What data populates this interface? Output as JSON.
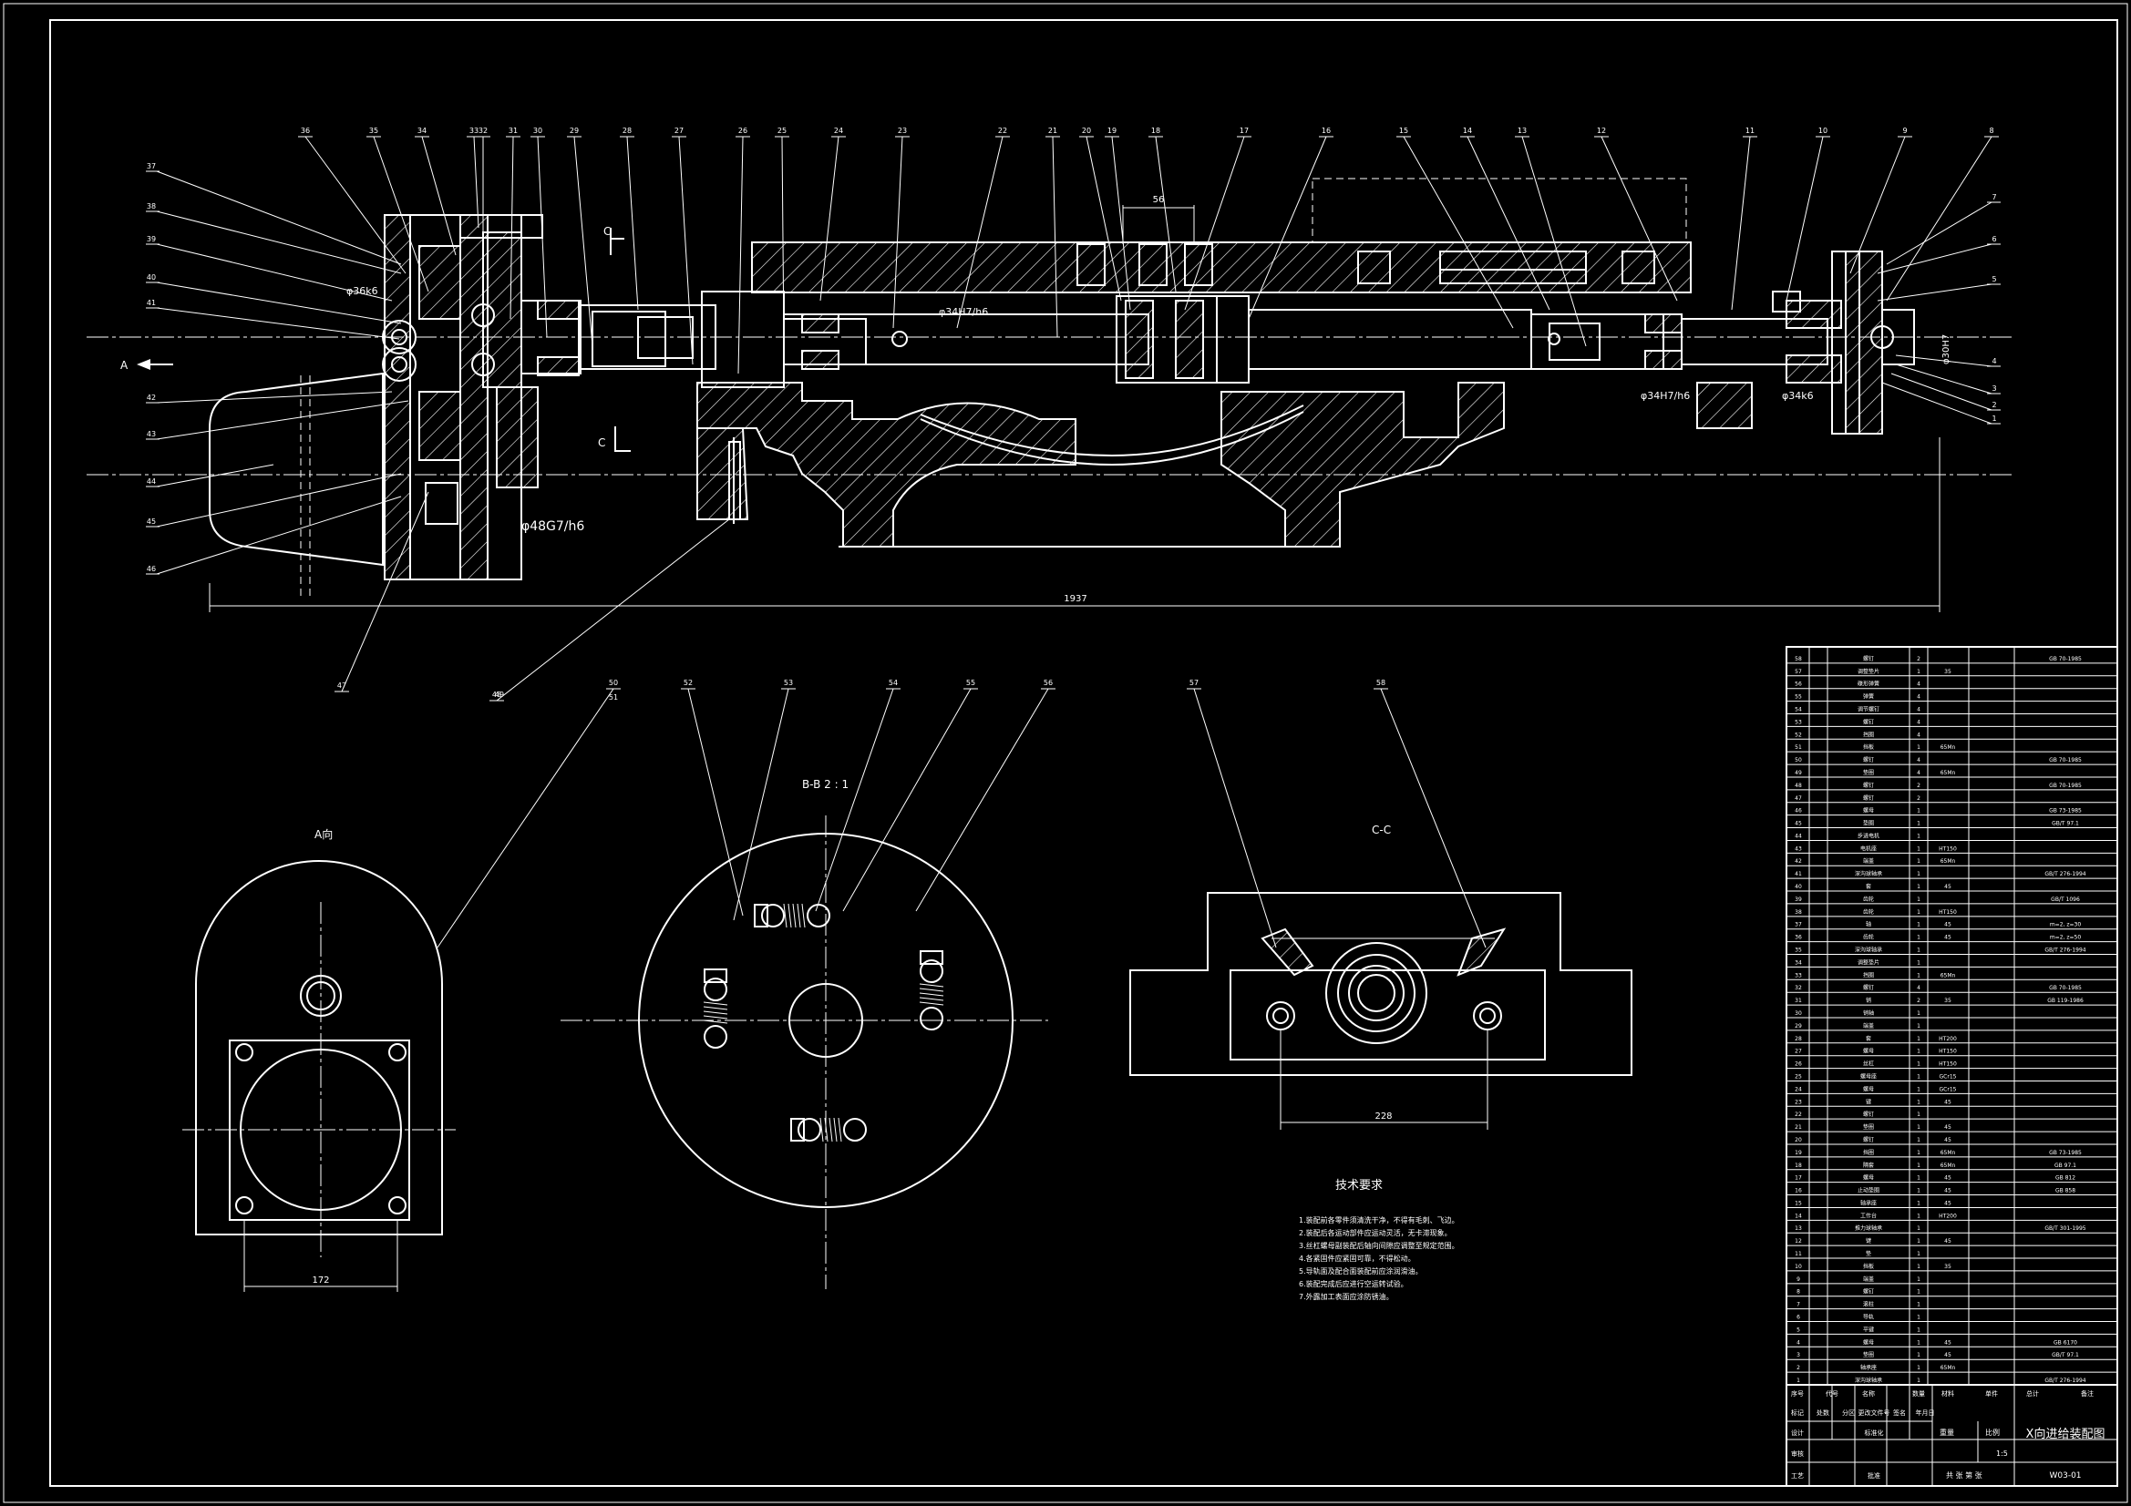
{
  "drawing": {
    "overall_length": "1937",
    "dims": {
      "d48": "φ48G7/h6",
      "d34h7_1": "φ34H7/h6",
      "d34h7_2": "φ34H7/h6",
      "d34k6": "φ34k6",
      "d30": "φ30H7",
      "d36": "φ36k6",
      "dim56": "56",
      "dim172": "172",
      "dim228": "228"
    },
    "view_labels": {
      "view_a": "A向",
      "section_bb": "B-B  2 : 1",
      "section_cc": "C-C",
      "cut_c_top": "C",
      "cut_c_bottom": "C",
      "arrow_a": "A"
    },
    "balloons_top": [
      "36",
      "35",
      "34",
      "33",
      "32",
      "31",
      "30",
      "29",
      "28",
      "27",
      "26",
      "25",
      "24",
      "23",
      "22",
      "21",
      "20",
      "19",
      "18",
      "17",
      "16",
      "15",
      "14",
      "13",
      "12",
      "11",
      "10",
      "9",
      "8"
    ],
    "balloons_left": [
      "37",
      "38",
      "39",
      "40",
      "41",
      "42",
      "43",
      "44",
      "45",
      "46"
    ],
    "balloons_right": [
      "7",
      "6",
      "5",
      "4",
      "3",
      "2",
      "1"
    ],
    "balloons_bottom": [
      "47",
      "48",
      "49",
      "50",
      "51",
      "52",
      "53",
      "54",
      "55",
      "56",
      "57",
      "58"
    ],
    "tech_req": {
      "title": "技术要求",
      "lines": [
        "1.装配前各零件须清洗干净，不得有毛刺、飞边。",
        "2.装配后各运动部件应运动灵活，无卡滞现象。",
        "3.丝杠螺母副装配后轴向间隙应调整至规定范围。",
        "4.各紧固件应紧固可靠，不得松动。",
        "5.导轨面及配合面装配前应涂润滑油。",
        "6.装配完成后应进行空运转试验。",
        "7.外露加工表面应涂防锈油。"
      ]
    }
  },
  "title_block": {
    "title": "X向进给装配图",
    "drawing_no": "W03-01",
    "scale_label": "比例",
    "scale": "1:5",
    "weight_label": "重量",
    "sheet_label": "共  张  第  张",
    "rows": [
      [
        "标记",
        "处数",
        "分区",
        "更改文件号",
        "签名",
        "年月日"
      ],
      [
        "设计",
        "",
        "",
        "标准化",
        "",
        ""
      ],
      [
        "审核",
        "",
        "",
        "",
        ""
      ],
      [
        "工艺",
        "",
        "",
        "批准",
        ""
      ]
    ],
    "header": [
      "序号",
      "代号",
      "名称",
      "数量",
      "材料",
      "单件",
      "总计",
      "备注"
    ]
  },
  "bom": [
    {
      "no": "58",
      "name": "螺钉",
      "qty": "2",
      "mat": "",
      "std": "GB 70-1985"
    },
    {
      "no": "57",
      "name": "调整垫片",
      "qty": "1",
      "mat": "35",
      "std": ""
    },
    {
      "no": "56",
      "name": "碟形弹簧",
      "qty": "4",
      "mat": "",
      "std": ""
    },
    {
      "no": "55",
      "name": "弹簧",
      "qty": "4",
      "mat": "",
      "std": ""
    },
    {
      "no": "54",
      "name": "调节螺钉",
      "qty": "4",
      "mat": "",
      "std": ""
    },
    {
      "no": "53",
      "name": "螺钉",
      "qty": "4",
      "mat": "",
      "std": ""
    },
    {
      "no": "52",
      "name": "挡圈",
      "qty": "4",
      "mat": "",
      "std": ""
    },
    {
      "no": "51",
      "name": "挡板",
      "qty": "1",
      "mat": "65Mn",
      "std": ""
    },
    {
      "no": "50",
      "name": "螺钉",
      "qty": "4",
      "mat": "",
      "std": "GB 70-1985"
    },
    {
      "no": "49",
      "name": "垫圈",
      "qty": "4",
      "mat": "65Mn",
      "std": ""
    },
    {
      "no": "48",
      "name": "螺钉",
      "qty": "2",
      "mat": "",
      "std": "GB 70-1985"
    },
    {
      "no": "47",
      "name": "螺钉",
      "qty": "2",
      "mat": "",
      "std": ""
    },
    {
      "no": "46",
      "name": "螺母",
      "qty": "1",
      "mat": "",
      "std": "GB 73-1985"
    },
    {
      "no": "45",
      "name": "垫圈",
      "qty": "1",
      "mat": "",
      "std": "GB/T 97.1"
    },
    {
      "no": "44",
      "name": "步进电机",
      "qty": "1",
      "mat": "",
      "std": ""
    },
    {
      "no": "43",
      "name": "电机座",
      "qty": "1",
      "mat": "HT150",
      "std": ""
    },
    {
      "no": "42",
      "name": "端盖",
      "qty": "1",
      "mat": "65Mn",
      "std": ""
    },
    {
      "no": "41",
      "name": "深沟球轴承",
      "qty": "1",
      "mat": "",
      "std": "GB/T 276-1994"
    },
    {
      "no": "40",
      "name": "套",
      "qty": "1",
      "mat": "45",
      "std": ""
    },
    {
      "no": "39",
      "name": "齿轮",
      "qty": "1",
      "mat": "",
      "std": "GB/T 1096"
    },
    {
      "no": "38",
      "name": "齿轮",
      "qty": "1",
      "mat": "HT150",
      "std": ""
    },
    {
      "no": "37",
      "name": "轴",
      "qty": "1",
      "mat": "45",
      "std": "m=2, z=30"
    },
    {
      "no": "36",
      "name": "齿轮",
      "qty": "1",
      "mat": "45",
      "std": "m=2, z=50"
    },
    {
      "no": "35",
      "name": "深沟球轴承",
      "qty": "1",
      "mat": "",
      "std": "GB/T 276-1994"
    },
    {
      "no": "34",
      "name": "调整垫片",
      "qty": "1",
      "mat": "",
      "std": ""
    },
    {
      "no": "33",
      "name": "挡圈",
      "qty": "1",
      "mat": "65Mn",
      "std": ""
    },
    {
      "no": "32",
      "name": "螺钉",
      "qty": "4",
      "mat": "",
      "std": "GB 70-1985"
    },
    {
      "no": "31",
      "name": "销",
      "qty": "2",
      "mat": "35",
      "std": "GB 119-1986"
    },
    {
      "no": "30",
      "name": "销轴",
      "qty": "1",
      "mat": "",
      "std": ""
    },
    {
      "no": "29",
      "name": "端盖",
      "qty": "1",
      "mat": "",
      "std": ""
    },
    {
      "no": "28",
      "name": "套",
      "qty": "1",
      "mat": "HT200",
      "std": ""
    },
    {
      "no": "27",
      "name": "螺母",
      "qty": "1",
      "mat": "HT150",
      "std": ""
    },
    {
      "no": "26",
      "name": "丝杠",
      "qty": "1",
      "mat": "HT150",
      "std": ""
    },
    {
      "no": "25",
      "name": "螺母座",
      "qty": "1",
      "mat": "GCr15",
      "std": ""
    },
    {
      "no": "24",
      "name": "螺母",
      "qty": "1",
      "mat": "GCr15",
      "std": ""
    },
    {
      "no": "23",
      "name": "键",
      "qty": "1",
      "mat": "45",
      "std": ""
    },
    {
      "no": "22",
      "name": "螺钉",
      "qty": "1",
      "mat": "",
      "std": ""
    },
    {
      "no": "21",
      "name": "垫圈",
      "qty": "1",
      "mat": "45",
      "std": ""
    },
    {
      "no": "20",
      "name": "螺钉",
      "qty": "1",
      "mat": "45",
      "std": ""
    },
    {
      "no": "19",
      "name": "挡圈",
      "qty": "1",
      "mat": "65Mn",
      "std": "GB 73-1985"
    },
    {
      "no": "18",
      "name": "隔套",
      "qty": "1",
      "mat": "65Mn",
      "std": "GB 97.1"
    },
    {
      "no": "17",
      "name": "螺母",
      "qty": "1",
      "mat": "45",
      "std": "GB 812"
    },
    {
      "no": "16",
      "name": "止动垫圈",
      "qty": "1",
      "mat": "45",
      "std": "GB 858"
    },
    {
      "no": "15",
      "name": "轴承座",
      "qty": "1",
      "mat": "45",
      "std": ""
    },
    {
      "no": "14",
      "name": "工作台",
      "qty": "1",
      "mat": "HT200",
      "std": ""
    },
    {
      "no": "13",
      "name": "推力球轴承",
      "qty": "1",
      "mat": "",
      "std": "GB/T 301-1995"
    },
    {
      "no": "12",
      "name": "键",
      "qty": "1",
      "mat": "45",
      "std": ""
    },
    {
      "no": "11",
      "name": "垫",
      "qty": "1",
      "mat": "",
      "std": ""
    },
    {
      "no": "10",
      "name": "挡板",
      "qty": "1",
      "mat": "35",
      "std": ""
    },
    {
      "no": "9",
      "name": "端盖",
      "qty": "1",
      "mat": "",
      "std": ""
    },
    {
      "no": "8",
      "name": "螺钉",
      "qty": "1",
      "mat": "",
      "std": ""
    },
    {
      "no": "7",
      "name": "滚柱",
      "qty": "1",
      "mat": "",
      "std": ""
    },
    {
      "no": "6",
      "name": "导轨",
      "qty": "1",
      "mat": "",
      "std": ""
    },
    {
      "no": "5",
      "name": "平键",
      "qty": "1",
      "mat": "",
      "std": ""
    },
    {
      "no": "4",
      "name": "螺母",
      "qty": "1",
      "mat": "45",
      "std": "GB 6170"
    },
    {
      "no": "3",
      "name": "垫圈",
      "qty": "1",
      "mat": "45",
      "std": "GB/T 97.1"
    },
    {
      "no": "2",
      "name": "轴承座",
      "qty": "1",
      "mat": "65Mn",
      "std": ""
    },
    {
      "no": "1",
      "name": "深沟球轴承",
      "qty": "1",
      "mat": "",
      "std": "GB/T 276-1994"
    }
  ]
}
